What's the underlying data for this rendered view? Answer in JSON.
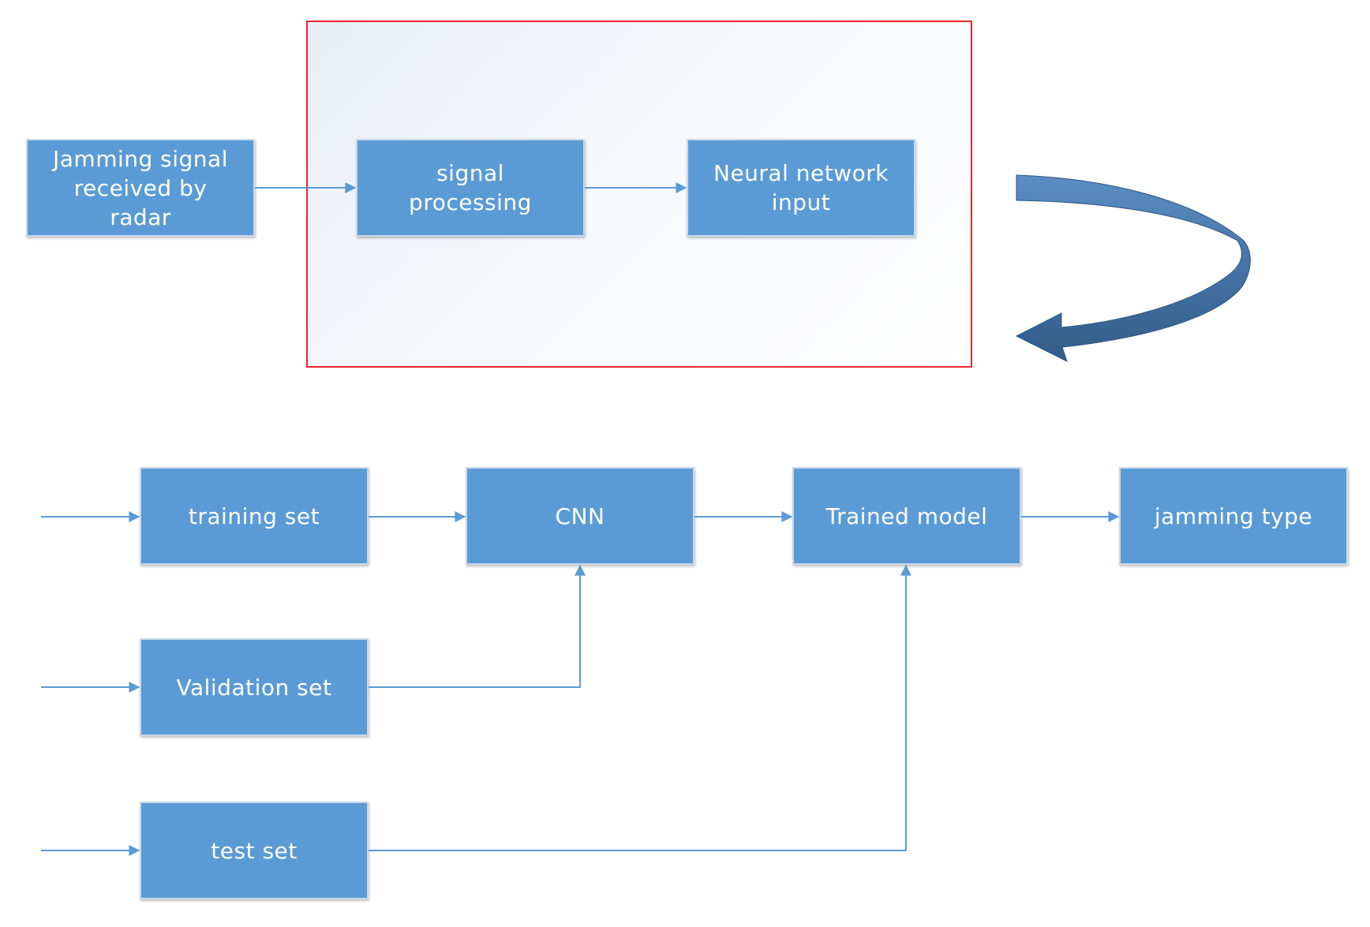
{
  "nodes": {
    "source": {
      "label": "Jamming signal\nreceived by\nradar"
    },
    "processing": {
      "label": "signal\nprocessing"
    },
    "nn_input": {
      "label": "Neural network\ninput"
    },
    "training": {
      "label": "training set"
    },
    "cnn": {
      "label": "CNN"
    },
    "model": {
      "label": "Trained model"
    },
    "type": {
      "label": "jamming type"
    },
    "validation": {
      "label": "Validation set"
    },
    "test": {
      "label": "test set"
    }
  },
  "colors": {
    "box_fill": "#5b9bd5",
    "connector": "#5b9bd5",
    "region_border": "#e8262d",
    "curved_arrow": "#3f6fa3"
  },
  "icons": {
    "curved_arrow": "curved-return-arrow-icon"
  }
}
